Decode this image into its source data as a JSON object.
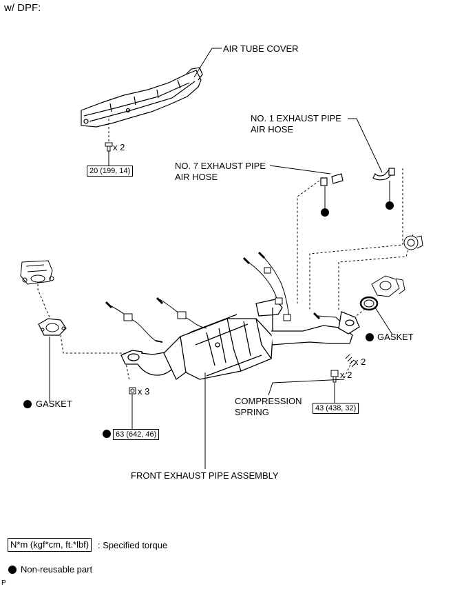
{
  "header": {
    "variant": "w/ DPF:"
  },
  "labels": {
    "air_tube_cover": "AIR TUBE COVER",
    "no1_line1": "NO. 1 EXHAUST PIPE",
    "no1_line2": "AIR HOSE",
    "no7_line1": "NO. 7 EXHAUST PIPE",
    "no7_line2": "AIR HOSE",
    "gasket_right": "GASKET",
    "gasket_left": "GASKET",
    "compression_line1": "COMPRESSION",
    "compression_line2": "SPRING",
    "front_exhaust_pipe": "FRONT EXHAUST PIPE ASSEMBLY"
  },
  "quantities": {
    "cover_bolts": "x 2",
    "nuts_left": "x 3",
    "spring": "x 2",
    "bolts_right": "x 2"
  },
  "torques": {
    "cover": "20 (199, 14)",
    "left_flange": "63 (642, 46)",
    "right_flange": "43 (438, 32)"
  },
  "legend": {
    "torque_units": "N*m (kgf*cm, ft.*lbf)",
    "torque_desc": ": Specified torque",
    "nonreusable": "Non-reusable part"
  },
  "footer": {
    "code": "P"
  }
}
